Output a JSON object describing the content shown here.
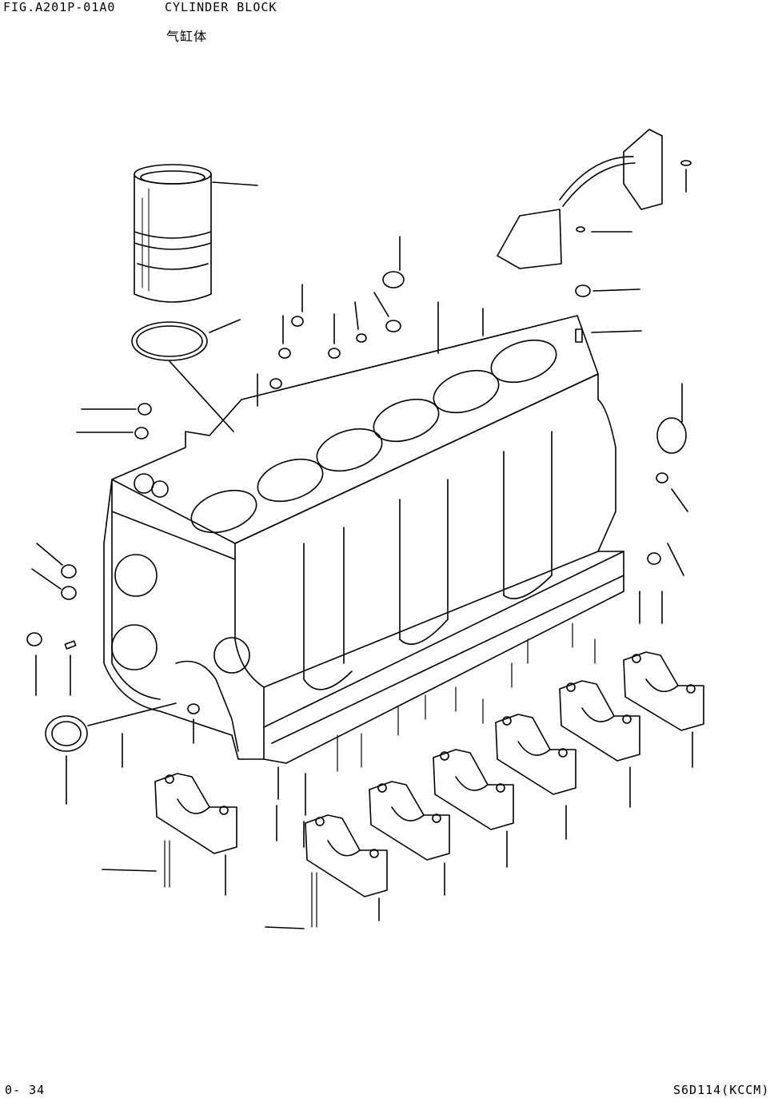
{
  "header": {
    "figure_code": "FIG.A201P-01A0",
    "title_en": "CYLINDER BLOCK",
    "title_cn": "气缸体"
  },
  "footer": {
    "page_number": "0- 34",
    "model": "S6D114(KCCM)"
  },
  "diagram": {
    "subject": "cylinder-block-exploded-view",
    "cylinder_count": 6,
    "main_bearing_cap_count": 7,
    "line_color": "#000000",
    "background_color": "#ffffff"
  }
}
